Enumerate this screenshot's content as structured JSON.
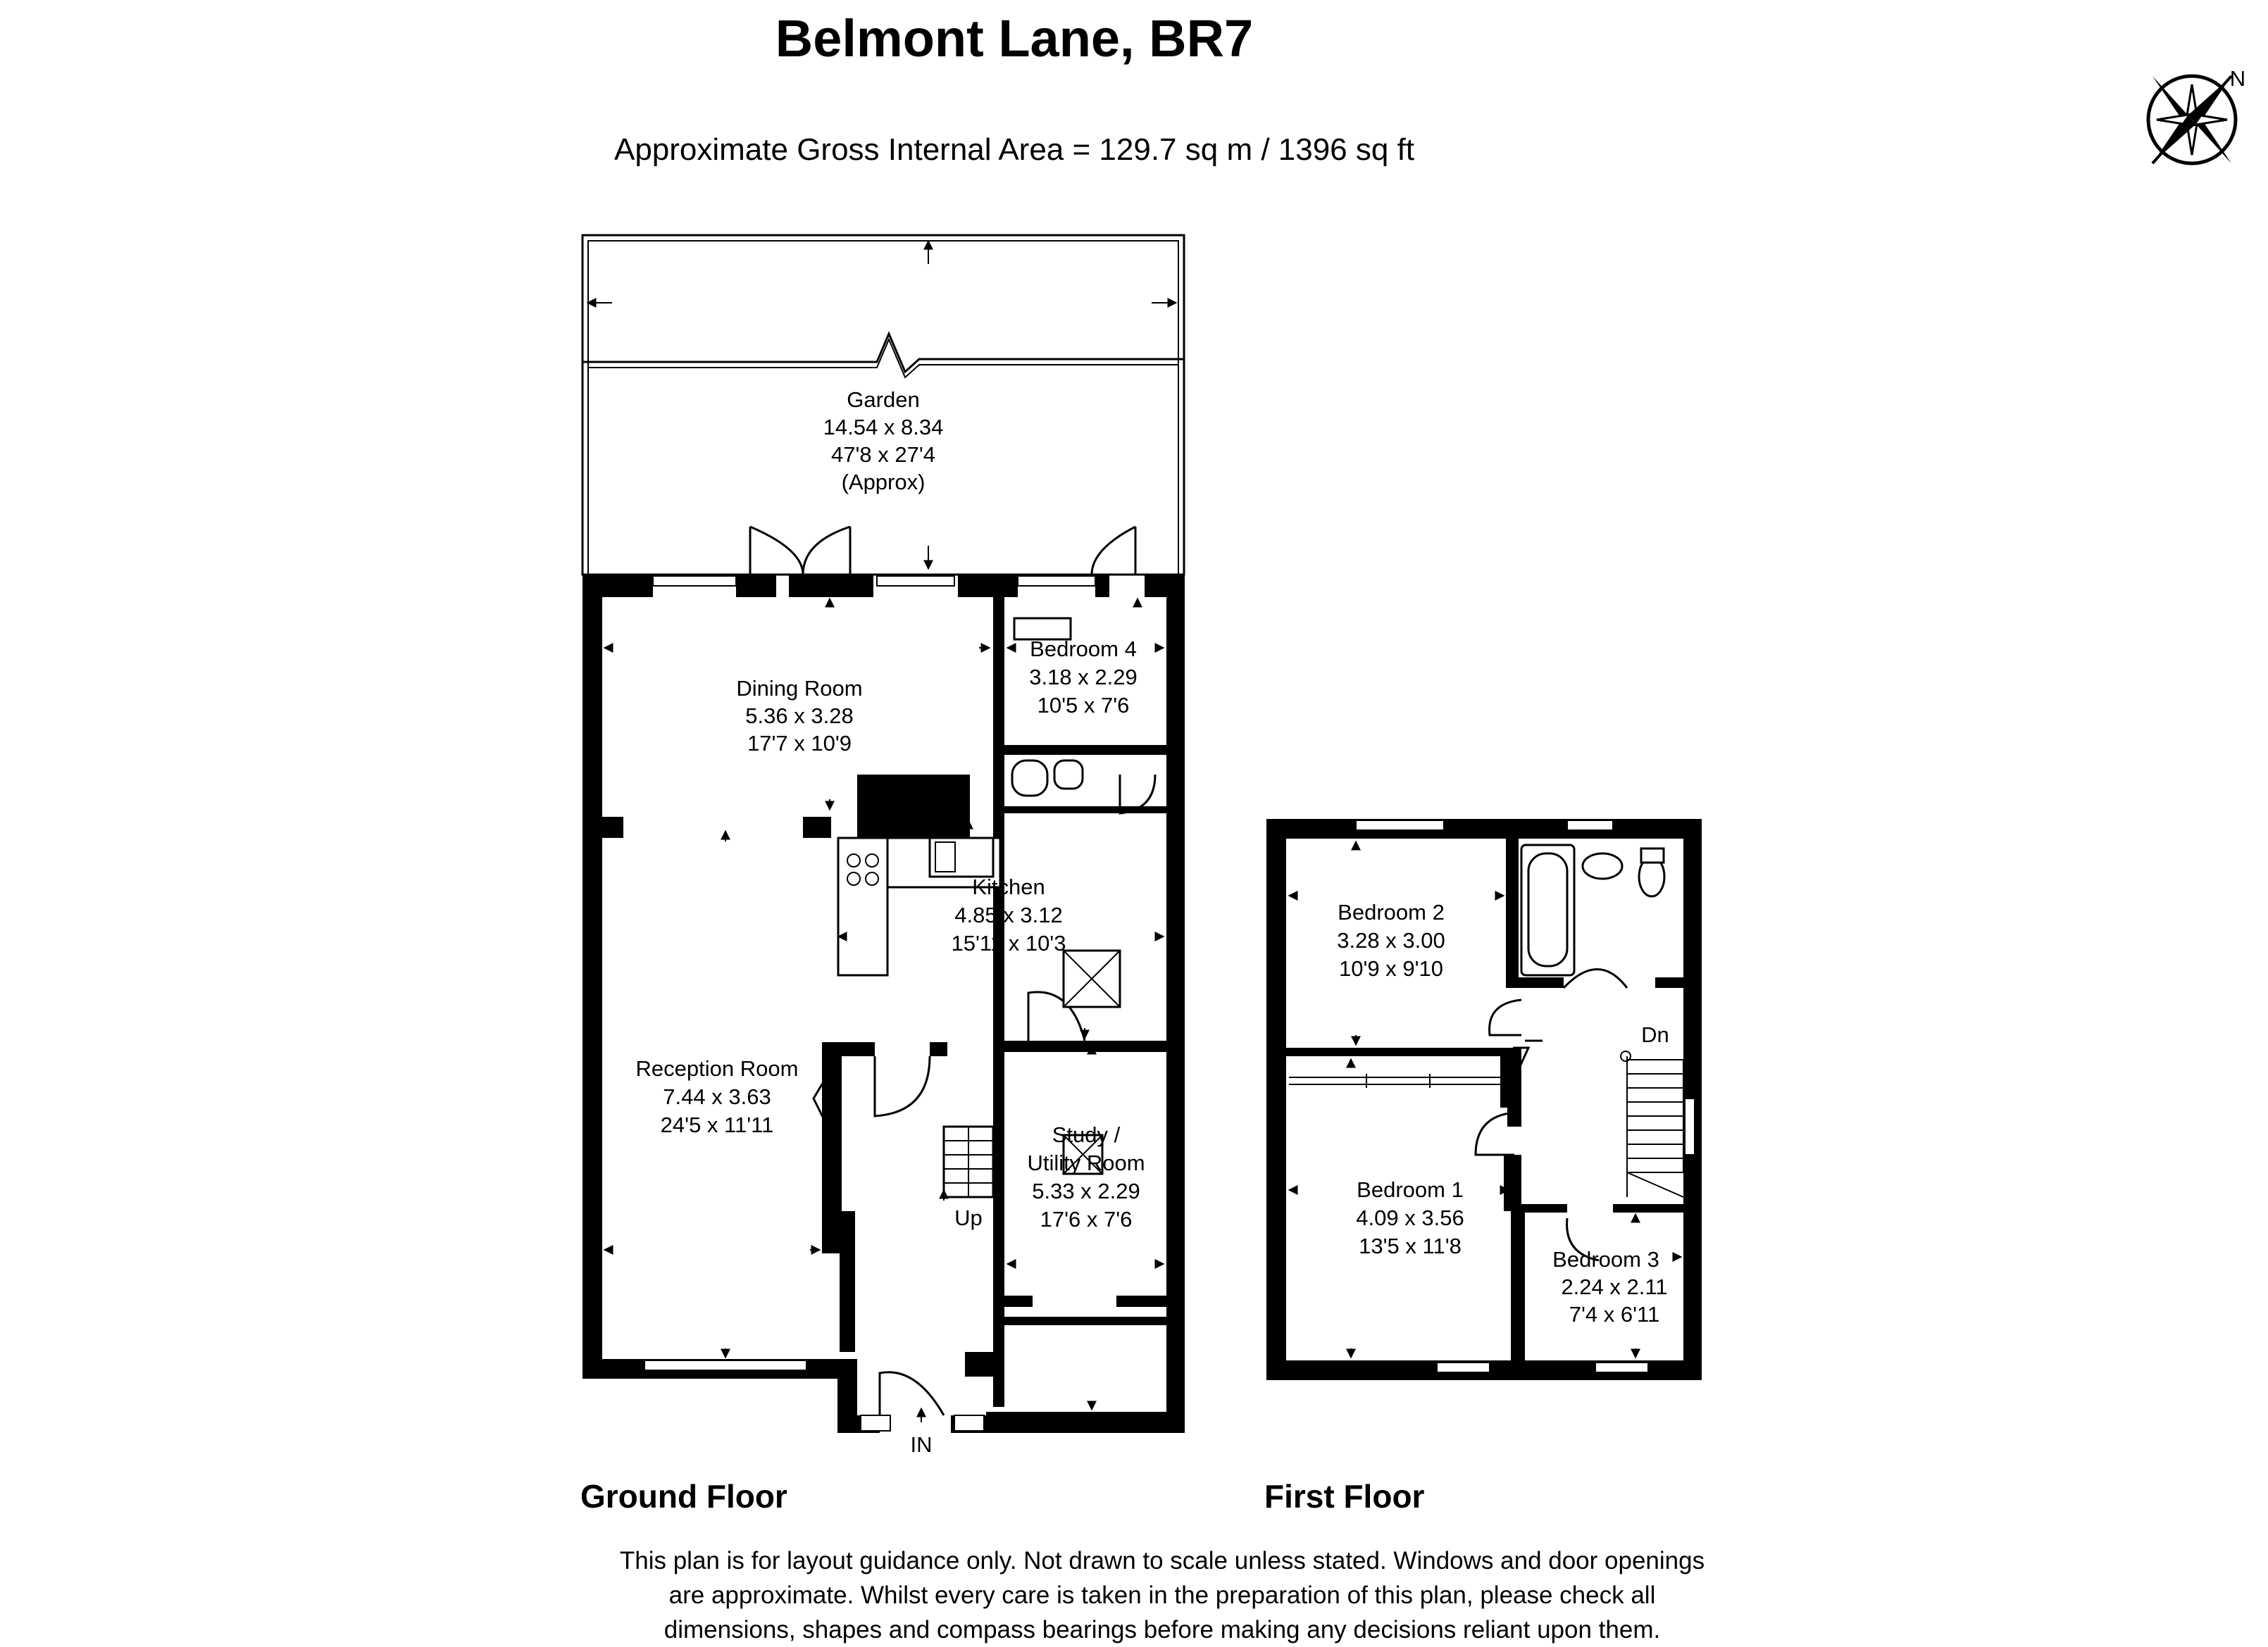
{
  "title": "Belmont Lane, BR7",
  "subtitle": "Approximate Gross Internal Area = 129.7 sq m / 1396 sq ft",
  "compass": {
    "north_label": "N",
    "icon": "compass-rose-icon"
  },
  "floors": {
    "ground": {
      "label": "Ground Floor",
      "rooms": {
        "garden": {
          "name": "Garden",
          "metric": "14.54 x 8.34",
          "imperial": "47'8 x 27'4",
          "note": "(Approx)"
        },
        "dining": {
          "name": "Dining Room",
          "metric": "5.36 x 3.28",
          "imperial": "17'7 x 10'9"
        },
        "bedroom4": {
          "name": "Bedroom 4",
          "metric": "3.18 x 2.29",
          "imperial": "10'5 x 7'6"
        },
        "kitchen": {
          "name": "Kitchen",
          "metric": "4.85 x 3.12",
          "imperial": "15'11 x 10'3"
        },
        "reception": {
          "name": "Reception Room",
          "metric": "7.44 x 3.63",
          "imperial": "24'5 x 11'11"
        },
        "study": {
          "name_line1": "Study /",
          "name_line2": "Utility Room",
          "metric": "5.33 x 2.29",
          "imperial": "17'6 x 7'6"
        }
      },
      "stairs_label": "Up",
      "entrance_label": "IN"
    },
    "first": {
      "label": "First Floor",
      "rooms": {
        "bedroom2": {
          "name": "Bedroom 2",
          "metric": "3.28 x 3.00",
          "imperial": "10'9 x 9'10"
        },
        "bedroom1": {
          "name": "Bedroom 1",
          "metric": "4.09 x 3.56",
          "imperial": "13'5 x 11'8"
        },
        "bedroom3": {
          "name": "Bedroom 3",
          "metric": "2.24 x 2.11",
          "imperial": "7'4 x 6'11"
        }
      },
      "stairs_label": "Dn"
    }
  },
  "disclaimer": [
    "This plan is for layout guidance only. Not drawn to scale unless stated. Windows and door openings",
    "are approximate. Whilst every care is taken in the preparation of this plan, please check all",
    "dimensions, shapes and compass bearings before making any decisions reliant upon them."
  ]
}
